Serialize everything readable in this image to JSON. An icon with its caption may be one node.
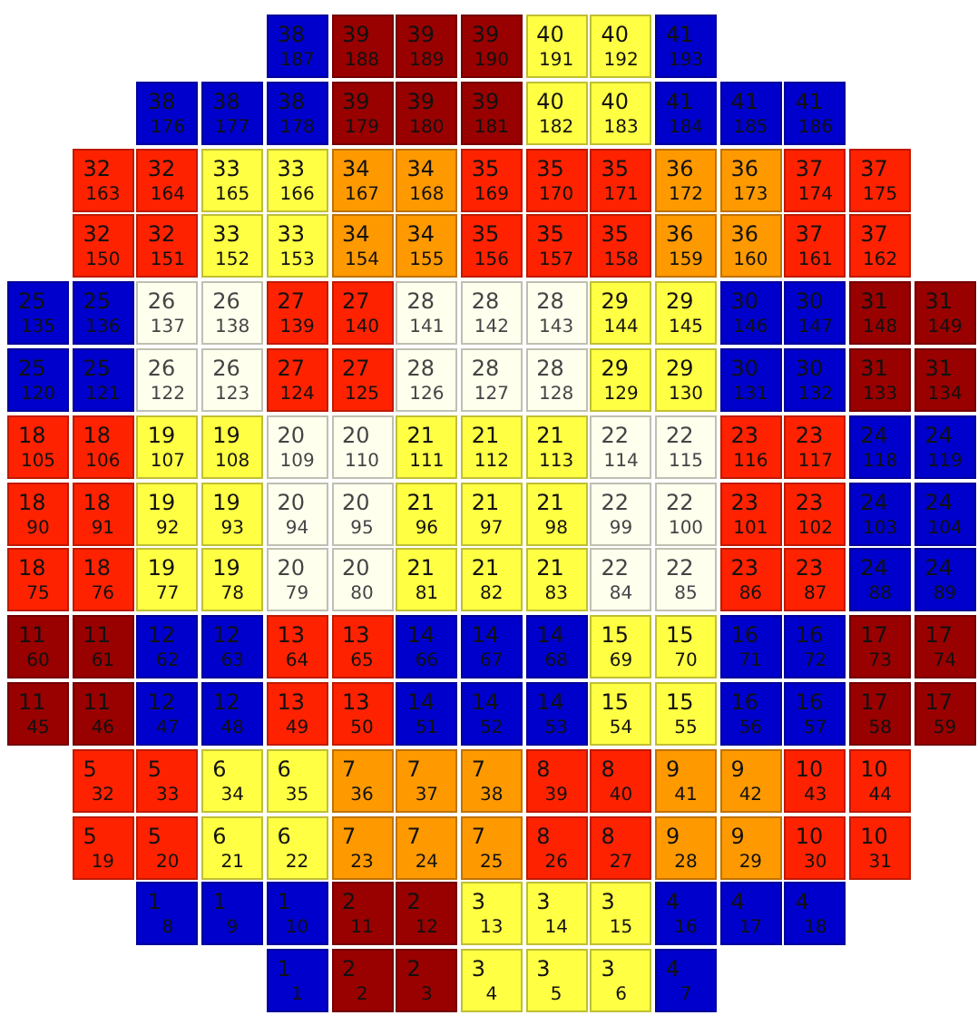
{
  "diagram": {
    "nodes": [
      {
        "text": [
          "38",
          "187"
        ]
      },
      {
        "text": [
          "39",
          "188"
        ]
      },
      {
        "text": [
          "39",
          "189"
        ]
      },
      {
        "text": [
          "39",
          "190"
        ]
      },
      {
        "text": [
          "40",
          "191"
        ]
      },
      {
        "text": [
          "40",
          "192"
        ]
      },
      {
        "text": [
          "41",
          "193"
        ]
      },
      {
        "text": [
          "38",
          "176"
        ]
      },
      {
        "text": [
          "38",
          "177"
        ]
      },
      {
        "text": [
          "38",
          "178"
        ]
      },
      {
        "text": [
          "39",
          "179"
        ]
      },
      {
        "text": [
          "39",
          "180"
        ]
      },
      {
        "text": [
          "39",
          "181"
        ]
      },
      {
        "text": [
          "40",
          "182"
        ]
      },
      {
        "text": [
          "40",
          "183"
        ]
      },
      {
        "text": [
          "41",
          "184"
        ]
      },
      {
        "text": [
          "41",
          "185"
        ]
      },
      {
        "text": [
          "41",
          "186"
        ]
      },
      {
        "text": [
          "32",
          "163"
        ]
      },
      {
        "text": [
          "32",
          "164"
        ]
      },
      {
        "text": [
          "33",
          "165"
        ]
      },
      {
        "text": [
          "33",
          "166"
        ]
      },
      {
        "text": [
          "34",
          "167"
        ]
      },
      {
        "text": [
          "34",
          "168"
        ]
      },
      {
        "text": [
          "35",
          "169"
        ]
      },
      {
        "text": [
          "35",
          "170"
        ]
      },
      {
        "text": [
          "35",
          "171"
        ]
      },
      {
        "text": [
          "36",
          "172"
        ]
      },
      {
        "text": [
          "36",
          "173"
        ]
      },
      {
        "text": [
          "37",
          "174"
        ]
      },
      {
        "text": [
          "37",
          "175"
        ]
      },
      {
        "text": [
          "32",
          "150"
        ]
      },
      {
        "text": [
          "32",
          "151"
        ]
      },
      {
        "text": [
          "33",
          "152"
        ]
      },
      {
        "text": [
          "33",
          "153"
        ]
      },
      {
        "text": [
          "34",
          "154"
        ]
      },
      {
        "text": [
          "34",
          "155"
        ]
      },
      {
        "text": [
          "35",
          "156"
        ]
      },
      {
        "text": [
          "35",
          "157"
        ]
      },
      {
        "text": [
          "35",
          "158"
        ]
      },
      {
        "text": [
          "36",
          "159"
        ]
      },
      {
        "text": [
          "36",
          "160"
        ]
      },
      {
        "text": [
          "37",
          "161"
        ]
      },
      {
        "text": [
          "37",
          "162"
        ]
      },
      {
        "text": [
          "25",
          "135"
        ]
      },
      {
        "text": [
          "25",
          "136"
        ]
      },
      {
        "text": [
          "26",
          "137"
        ]
      },
      {
        "text": [
          "26",
          "138"
        ]
      },
      {
        "text": [
          "27",
          "139"
        ]
      },
      {
        "text": [
          "27",
          "140"
        ]
      },
      {
        "text": [
          "28",
          "141"
        ]
      },
      {
        "text": [
          "28",
          "142"
        ]
      },
      {
        "text": [
          "28",
          "143"
        ]
      },
      {
        "text": [
          "29",
          "144"
        ]
      },
      {
        "text": [
          "29",
          "145"
        ]
      },
      {
        "text": [
          "30",
          "146"
        ]
      },
      {
        "text": [
          "30",
          "147"
        ]
      },
      {
        "text": [
          "31",
          "148"
        ]
      },
      {
        "text": [
          "31",
          "149"
        ]
      },
      {
        "text": [
          "25",
          "120"
        ]
      },
      {
        "text": [
          "25",
          "121"
        ]
      },
      {
        "text": [
          "26",
          "122"
        ]
      },
      {
        "text": [
          "26",
          "123"
        ]
      },
      {
        "text": [
          "27",
          "124"
        ]
      },
      {
        "text": [
          "27",
          "125"
        ]
      },
      {
        "text": [
          "28",
          "126"
        ]
      },
      {
        "text": [
          "28",
          "127"
        ]
      },
      {
        "text": [
          "28",
          "128"
        ]
      },
      {
        "text": [
          "29",
          "129"
        ]
      },
      {
        "text": [
          "29",
          "130"
        ]
      },
      {
        "text": [
          "30",
          "131"
        ]
      },
      {
        "text": [
          "30",
          "132"
        ]
      },
      {
        "text": [
          "31",
          "133"
        ]
      },
      {
        "text": [
          "31",
          "134"
        ]
      },
      {
        "text": [
          "18",
          "105"
        ]
      },
      {
        "text": [
          "18",
          "106"
        ]
      },
      {
        "text": [
          "19",
          "107"
        ]
      },
      {
        "text": [
          "19",
          "108"
        ]
      },
      {
        "text": [
          "20",
          "109"
        ]
      },
      {
        "text": [
          "20",
          "110"
        ]
      },
      {
        "text": [
          "21",
          "111"
        ]
      },
      {
        "text": [
          "21",
          "112"
        ]
      },
      {
        "text": [
          "21",
          "113"
        ]
      },
      {
        "text": [
          "22",
          "114"
        ]
      },
      {
        "text": [
          "22",
          "115"
        ]
      },
      {
        "text": [
          "23",
          "116"
        ]
      },
      {
        "text": [
          "23",
          "117"
        ]
      },
      {
        "text": [
          "24",
          "118"
        ]
      },
      {
        "text": [
          "24",
          "119"
        ]
      },
      {
        "text": [
          "18",
          "90"
        ]
      },
      {
        "text": [
          "18",
          "91"
        ]
      },
      {
        "text": [
          "19",
          "92"
        ]
      },
      {
        "text": [
          "19",
          "93"
        ]
      },
      {
        "text": [
          "20",
          "94"
        ]
      },
      {
        "text": [
          "20",
          "95"
        ]
      },
      {
        "text": [
          "21",
          "96"
        ]
      },
      {
        "text": [
          "21",
          "97"
        ]
      },
      {
        "text": [
          "21",
          "98"
        ]
      },
      {
        "text": [
          "22",
          "99"
        ]
      },
      {
        "text": [
          "22",
          "100"
        ]
      },
      {
        "text": [
          "23",
          "101"
        ]
      },
      {
        "text": [
          "23",
          "102"
        ]
      },
      {
        "text": [
          "24",
          "103"
        ]
      },
      {
        "text": [
          "24",
          "104"
        ]
      },
      {
        "text": [
          "18",
          "75"
        ]
      },
      {
        "text": [
          "18",
          "76"
        ]
      },
      {
        "text": [
          "19",
          "77"
        ]
      },
      {
        "text": [
          "19",
          "78"
        ]
      },
      {
        "text": [
          "20",
          "79"
        ]
      },
      {
        "text": [
          "20",
          "80"
        ]
      },
      {
        "text": [
          "21",
          "81"
        ]
      },
      {
        "text": [
          "21",
          "82"
        ]
      },
      {
        "text": [
          "21",
          "83"
        ]
      },
      {
        "text": [
          "22",
          "84"
        ]
      },
      {
        "text": [
          "22",
          "85"
        ]
      },
      {
        "text": [
          "23",
          "86"
        ]
      },
      {
        "text": [
          "23",
          "87"
        ]
      },
      {
        "text": [
          "24",
          "88"
        ]
      },
      {
        "text": [
          "24",
          "89"
        ]
      },
      {
        "text": [
          "11",
          "60"
        ]
      },
      {
        "text": [
          "11",
          "61"
        ]
      },
      {
        "text": [
          "12",
          "62"
        ]
      },
      {
        "text": [
          "12",
          "63"
        ]
      },
      {
        "text": [
          "13",
          "64"
        ]
      },
      {
        "text": [
          "13",
          "65"
        ]
      },
      {
        "text": [
          "14",
          "66"
        ]
      },
      {
        "text": [
          "14",
          "67"
        ]
      },
      {
        "text": [
          "14",
          "68"
        ]
      },
      {
        "text": [
          "15",
          "69"
        ]
      },
      {
        "text": [
          "15",
          "70"
        ]
      },
      {
        "text": [
          "16",
          "71"
        ]
      },
      {
        "text": [
          "16",
          "72"
        ]
      },
      {
        "text": [
          "17",
          "73"
        ]
      },
      {
        "text": [
          "17",
          "74"
        ]
      },
      {
        "text": [
          "11",
          "45"
        ]
      },
      {
        "text": [
          "11",
          "46"
        ]
      },
      {
        "text": [
          "12",
          "47"
        ]
      },
      {
        "text": [
          "12",
          "48"
        ]
      },
      {
        "text": [
          "13",
          "49"
        ]
      },
      {
        "text": [
          "13",
          "50"
        ]
      },
      {
        "text": [
          "14",
          "51"
        ]
      },
      {
        "text": [
          "14",
          "52"
        ]
      },
      {
        "text": [
          "14",
          "53"
        ]
      },
      {
        "text": [
          "15",
          "54"
        ]
      },
      {
        "text": [
          "15",
          "55"
        ]
      },
      {
        "text": [
          "16",
          "56"
        ]
      },
      {
        "text": [
          "16",
          "57"
        ]
      },
      {
        "text": [
          "17",
          "58"
        ]
      },
      {
        "text": [
          "17",
          "59"
        ]
      },
      {
        "text": [
          "5",
          "32"
        ]
      },
      {
        "text": [
          "5",
          "33"
        ]
      },
      {
        "text": [
          "6",
          "34"
        ]
      },
      {
        "text": [
          "6",
          "35"
        ]
      },
      {
        "text": [
          "7",
          "36"
        ]
      },
      {
        "text": [
          "7",
          "37"
        ]
      },
      {
        "text": [
          "7",
          "38"
        ]
      },
      {
        "text": [
          "8",
          "39"
        ]
      },
      {
        "text": [
          "8",
          "40"
        ]
      },
      {
        "text": [
          "9",
          "41"
        ]
      },
      {
        "text": [
          "9",
          "42"
        ]
      },
      {
        "text": [
          "10",
          "43"
        ]
      },
      {
        "text": [
          "10",
          "44"
        ]
      },
      {
        "text": [
          "5",
          "19"
        ]
      },
      {
        "text": [
          "5",
          "20"
        ]
      },
      {
        "text": [
          "6",
          "21"
        ]
      },
      {
        "text": [
          "6",
          "22"
        ]
      },
      {
        "text": [
          "7",
          "23"
        ]
      },
      {
        "text": [
          "7",
          "24"
        ]
      },
      {
        "text": [
          "7",
          "25"
        ]
      },
      {
        "text": [
          "8",
          "26"
        ]
      },
      {
        "text": [
          "8",
          "27"
        ]
      },
      {
        "text": [
          "9",
          "28"
        ]
      },
      {
        "text": [
          "9",
          "29"
        ]
      },
      {
        "text": [
          "10",
          "30"
        ]
      },
      {
        "text": [
          "10",
          "31"
        ]
      },
      {
        "text": [
          "1",
          "8"
        ]
      },
      {
        "text": [
          "1",
          "9"
        ]
      },
      {
        "text": [
          "1",
          "10"
        ]
      },
      {
        "text": [
          "2",
          "11"
        ]
      },
      {
        "text": [
          "2",
          "12"
        ]
      },
      {
        "text": [
          "3",
          "13"
        ]
      },
      {
        "text": [
          "3",
          "14"
        ]
      },
      {
        "text": [
          "3",
          "15"
        ]
      },
      {
        "text": [
          "4",
          "16"
        ]
      },
      {
        "text": [
          "4",
          "17"
        ]
      },
      {
        "text": [
          "4",
          "18"
        ]
      },
      {
        "text": [
          "1",
          "1"
        ]
      },
      {
        "text": [
          "2",
          "2"
        ]
      },
      {
        "text": [
          "2",
          "3"
        ]
      },
      {
        "text": [
          "3",
          "4"
        ]
      },
      {
        "text": [
          "3",
          "5"
        ]
      },
      {
        "text": [
          "3",
          "6"
        ]
      },
      {
        "text": [
          "4",
          "7"
        ]
      }
    ]
  }
}
